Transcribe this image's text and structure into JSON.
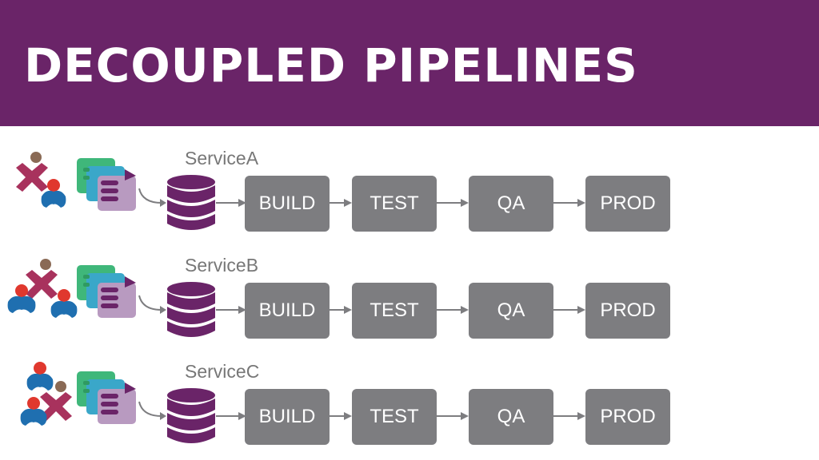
{
  "title": "DECOUPLED PIPELINES",
  "services": [
    {
      "name": "ServiceA",
      "stages": [
        "BUILD",
        "TEST",
        "QA",
        "PROD"
      ]
    },
    {
      "name": "ServiceB",
      "stages": [
        "BUILD",
        "TEST",
        "QA",
        "PROD"
      ]
    },
    {
      "name": "ServiceC",
      "stages": [
        "BUILD",
        "TEST",
        "QA",
        "PROD"
      ]
    }
  ],
  "colors": {
    "header": "#6a2468",
    "stage": "#7d7d80",
    "database": "#6a2468",
    "person_dev": "#a8325d",
    "person_ops": "#1f6fb0",
    "person_head": "#e0382e"
  },
  "icons": [
    "team-icon",
    "code-repository-icon",
    "database-icon",
    "arrow-right-icon"
  ]
}
